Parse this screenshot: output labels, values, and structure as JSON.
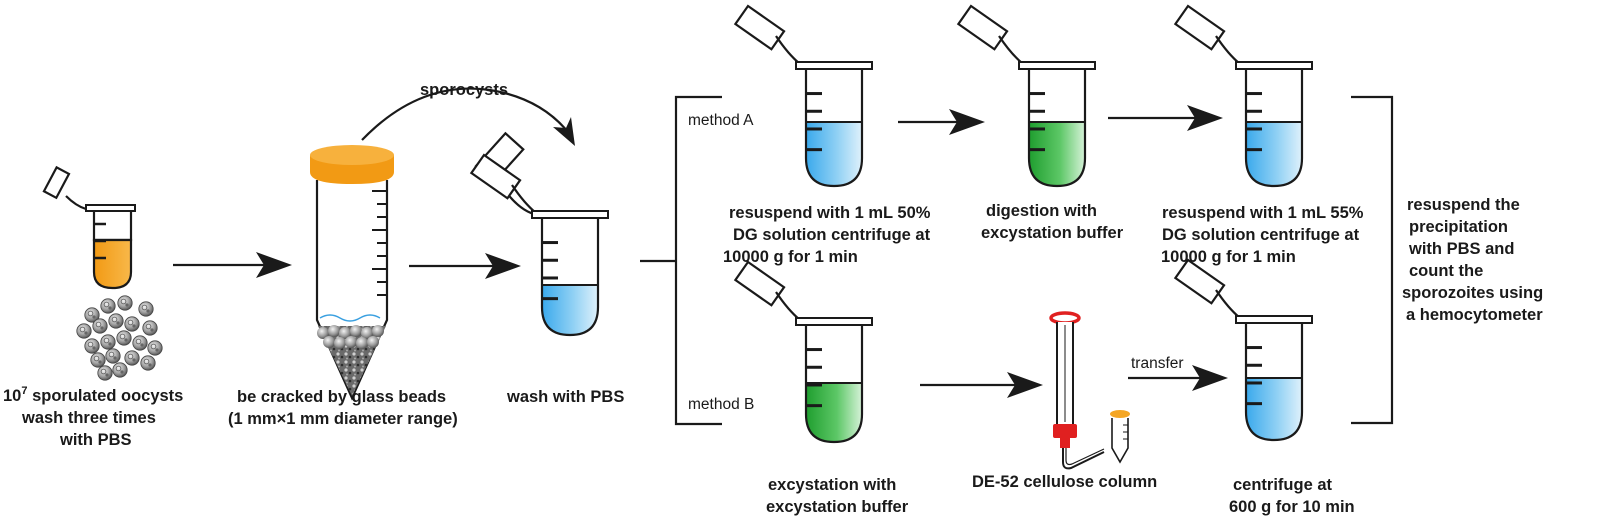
{
  "steps": {
    "oocysts": {
      "sup": "7",
      "line1": "10",
      "line1_rest": " sporulated oocysts",
      "line2": "wash three times",
      "line3": "with PBS"
    },
    "crack": {
      "line1": "be cracked by glass beads",
      "line2": "(1 mm×1 mm diameter range)"
    },
    "wash": {
      "line1": "wash with PBS"
    },
    "sporocysts_label": "sporocysts",
    "method_a": {
      "label": "method A",
      "step1": {
        "line1": "resuspend with 1 mL 50%",
        "line2": "DG solution centrifuge at",
        "line3": "10000 g for 1 min"
      },
      "step2": {
        "line1": "digestion with",
        "line2": "excystation buffer"
      },
      "step3": {
        "line1": "resuspend with 1 mL 55%",
        "line2": "DG solution centrifuge at",
        "line3": "10000 g for 1 min"
      }
    },
    "method_b": {
      "label": "method B",
      "step1": {
        "line1": "excystation with",
        "line2": "excystation buffer"
      },
      "step2": {
        "line1": "DE-52 cellulose column"
      },
      "transfer_label": "transfer",
      "step3": {
        "line1": "centrifuge at",
        "line2": "600 g for 10 min"
      }
    },
    "final": {
      "line1": "resuspend the",
      "line2": "precipitation",
      "line3": "with PBS and",
      "line4": "count the",
      "line5": "sporozoites using",
      "line6": "a hemocytometer"
    }
  },
  "colors": {
    "orange": "#f5a623",
    "blue_liquid": "#6ec3f0",
    "green_liquid": "#2fae3a",
    "red": "#e02020",
    "outline": "#1a1a1a"
  }
}
